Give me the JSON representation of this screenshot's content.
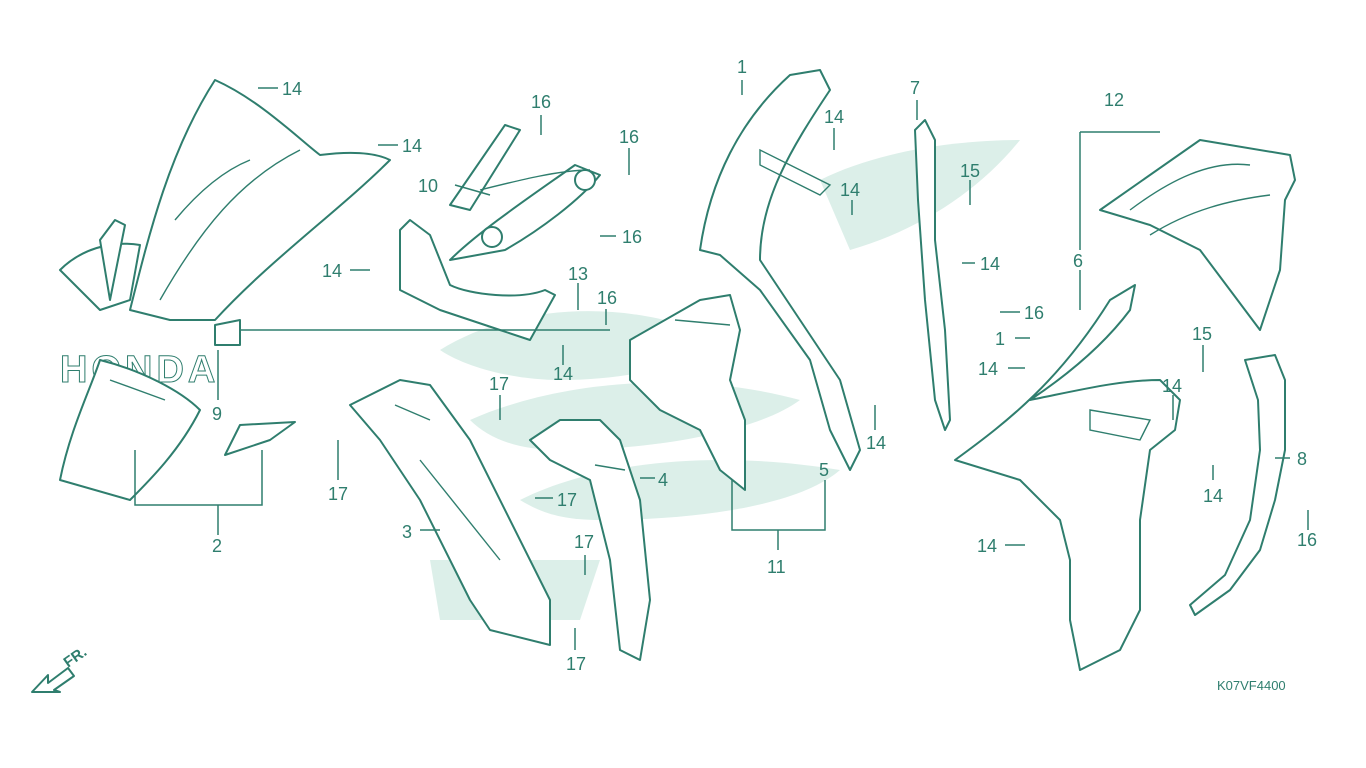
{
  "diagram": {
    "drawing_code": "K07VF4400",
    "direction_label": "FR.",
    "colors": {
      "line": "#2f7e6e",
      "watermark": "#dcefe9",
      "background": "#ffffff"
    },
    "callouts": [
      {
        "id": "c1",
        "text": "14"
      },
      {
        "id": "c2",
        "text": "14"
      },
      {
        "id": "c3",
        "text": "14"
      },
      {
        "id": "c4",
        "text": "17"
      },
      {
        "id": "c5",
        "text": "9"
      },
      {
        "id": "c6",
        "text": "2"
      },
      {
        "id": "c7",
        "text": "16"
      },
      {
        "id": "c8",
        "text": "16"
      },
      {
        "id": "c9",
        "text": "10"
      },
      {
        "id": "c10",
        "text": "16"
      },
      {
        "id": "c11",
        "text": "13"
      },
      {
        "id": "c12",
        "text": "16"
      },
      {
        "id": "c13",
        "text": "14"
      },
      {
        "id": "c14",
        "text": "17"
      },
      {
        "id": "c15",
        "text": "17"
      },
      {
        "id": "c16",
        "text": "3"
      },
      {
        "id": "c17",
        "text": "4"
      },
      {
        "id": "c18",
        "text": "17"
      },
      {
        "id": "c19",
        "text": "17"
      },
      {
        "id": "c20",
        "text": "1"
      },
      {
        "id": "c21",
        "text": "14"
      },
      {
        "id": "c22",
        "text": "14"
      },
      {
        "id": "c23",
        "text": "7"
      },
      {
        "id": "c24",
        "text": "15"
      },
      {
        "id": "c25",
        "text": "14"
      },
      {
        "id": "c26",
        "text": "16"
      },
      {
        "id": "c27",
        "text": "14"
      },
      {
        "id": "c28",
        "text": "5"
      },
      {
        "id": "c29",
        "text": "11"
      },
      {
        "id": "c30",
        "text": "12"
      },
      {
        "id": "c31",
        "text": "6"
      },
      {
        "id": "c32",
        "text": "1"
      },
      {
        "id": "c33",
        "text": "14"
      },
      {
        "id": "c34",
        "text": "15"
      },
      {
        "id": "c35",
        "text": "14"
      },
      {
        "id": "c36",
        "text": "8"
      },
      {
        "id": "c37",
        "text": "14"
      },
      {
        "id": "c38",
        "text": "16"
      },
      {
        "id": "c39",
        "text": "14"
      }
    ]
  }
}
